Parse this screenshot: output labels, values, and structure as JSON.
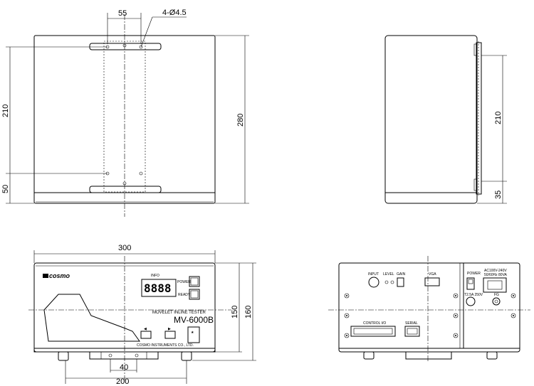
{
  "top_view": {
    "dim_width_top": "55",
    "dim_holes": "4-Ø4.5",
    "dim_left_210": "210",
    "dim_left_50": "50",
    "dim_right_280": "280"
  },
  "side_view": {
    "dim_210": "210",
    "dim_35": "35"
  },
  "front_view": {
    "dim_300": "300",
    "dim_40": "40",
    "dim_200": "200",
    "dim_150": "150",
    "dim_160": "160",
    "logo_text": "cosmo",
    "info_label": "INFO",
    "display_digits": "8888",
    "power_label": "POWER",
    "ready_label": "READY",
    "product_line": "MOVELET INLINE TESTER",
    "model_name": "MV-6000B",
    "maker": "COSMO INSTRUMENTS CO., LTD."
  },
  "rear_view": {
    "input_label": "INPUT",
    "level_label": "LEVEL",
    "gain_label": "GAIN",
    "vga_label": "VGA",
    "power_label": "POWER",
    "voltage_label": "AC100V-240V",
    "rating_label": "50/60Hz 80VA",
    "fuse_label": "T2.5A 250V",
    "fg_label": "FG",
    "control_label": "CONTROL I/O",
    "serial_label": "SERIAL"
  }
}
